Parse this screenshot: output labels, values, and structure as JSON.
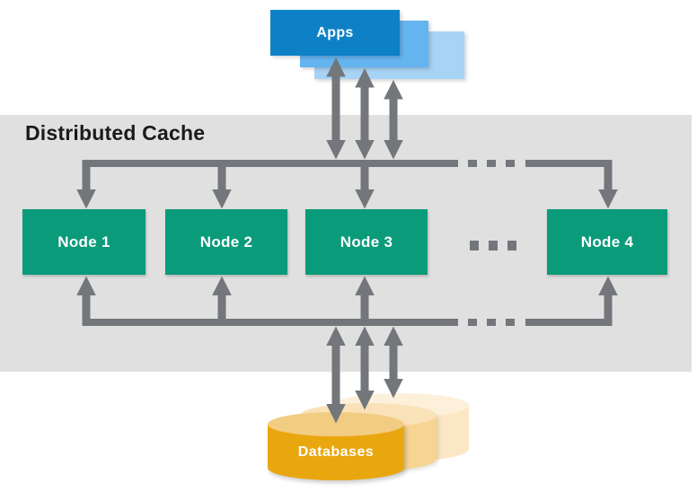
{
  "title": "Distributed Cache",
  "apps": {
    "label": "Apps"
  },
  "cache": {
    "nodes": [
      {
        "label": "Node 1"
      },
      {
        "label": "Node 2"
      },
      {
        "label": "Node 3"
      },
      {
        "label": "Node 4"
      }
    ]
  },
  "databases": {
    "label": "Databases"
  },
  "colors": {
    "apps_front_blue": "#0e81c6",
    "apps_mid_blue": "#64b4ef",
    "apps_back_blue": "#a7d3f5",
    "node_green": "#0a9b7a",
    "band_gray": "#e0e0e0",
    "arrow_gray": "#73767a",
    "db_front_gold": "#e9a70f",
    "db_front_cap": "#f2cc82",
    "db_mid_gold": "#f7d492",
    "db_back_gold": "#fbe7c4",
    "title_text": "#1a1a1a",
    "label_text": "#ffffff"
  }
}
